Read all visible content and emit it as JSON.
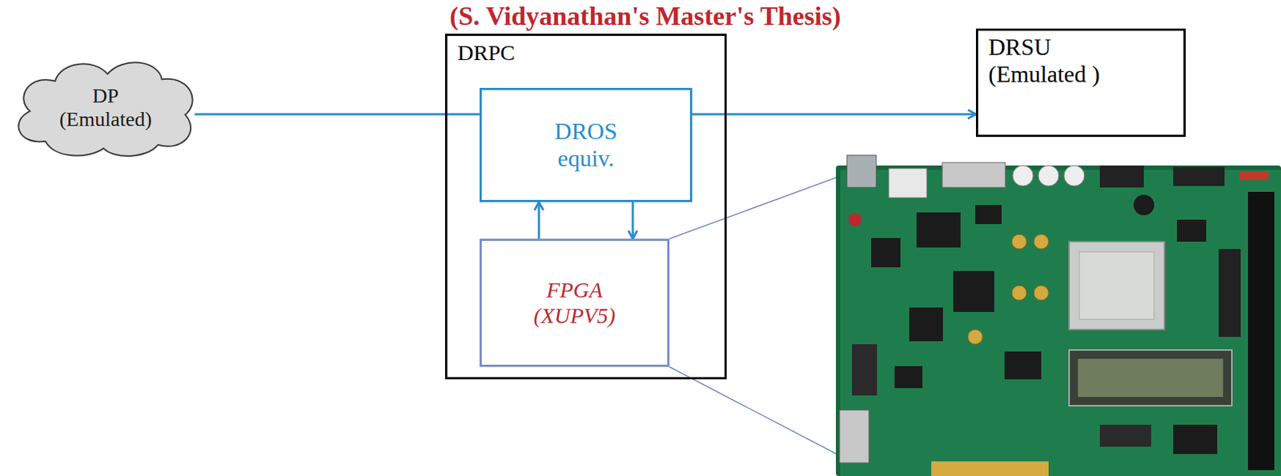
{
  "diagram": {
    "title": "(S. Vidyanathan's Master's Thesis)",
    "nodes": [
      {
        "text": [
          "DP (Emulated)"
        ]
      },
      {
        "text": [
          "DRPC"
        ]
      },
      {
        "text": [
          "DROS equiv."
        ],
        "in": 1
      },
      {
        "text": [
          "FPGA (XUPV5)"
        ],
        "in": 1
      },
      {
        "text": [
          "DRSU (Emulated )"
        ]
      }
    ],
    "edges": [
      {
        "from": 0,
        "to": 2,
        "arrow": "none"
      },
      {
        "from": 2,
        "to": 4,
        "arrow": "to"
      },
      {
        "from": 3,
        "to": 2,
        "arrow": "to"
      },
      {
        "from": 2,
        "to": 3,
        "arrow": "to"
      }
    ]
  }
}
